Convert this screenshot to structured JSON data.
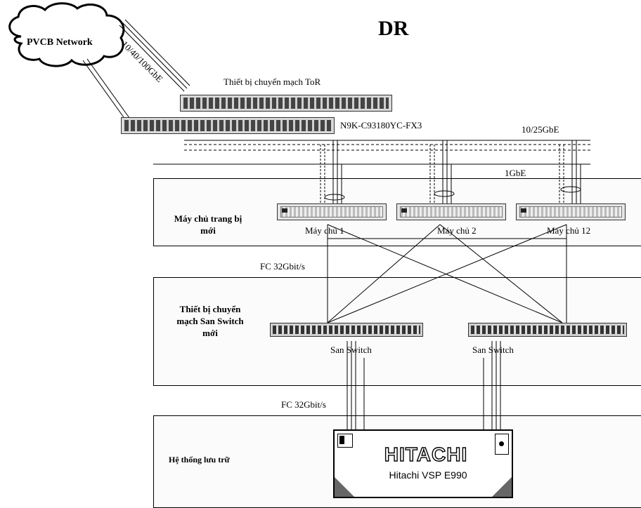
{
  "title": "DR",
  "cloud": {
    "label": "PVCB Network"
  },
  "links": {
    "uplink_speed": "10/40/100GbE",
    "server_speed": "10/25GbE",
    "mgmt_speed": "1GbE",
    "fc_upper": "FC 32Gbit/s",
    "fc_lower": "FC 32Gbit/s"
  },
  "tor": {
    "label": "Thiết bị chuyển mạch ToR",
    "model": "N9K-C93180YC-FX3"
  },
  "servers": {
    "band_label_line1": "Máy chủ  trang bị",
    "band_label_line2": "mới",
    "items": [
      "Máy chủ 1",
      "Máy chủ 2",
      "Máy chủ 12"
    ]
  },
  "san": {
    "band_label_line1": "Thiết bị chuyển",
    "band_label_line2": "mạch San Switch",
    "band_label_line3": "mới",
    "items": [
      "San Switch",
      "San Switch"
    ]
  },
  "storage": {
    "band_label": "Hệ thống lưu trữ",
    "brand": "HITACHI",
    "model": "Hitachi VSP E990"
  }
}
